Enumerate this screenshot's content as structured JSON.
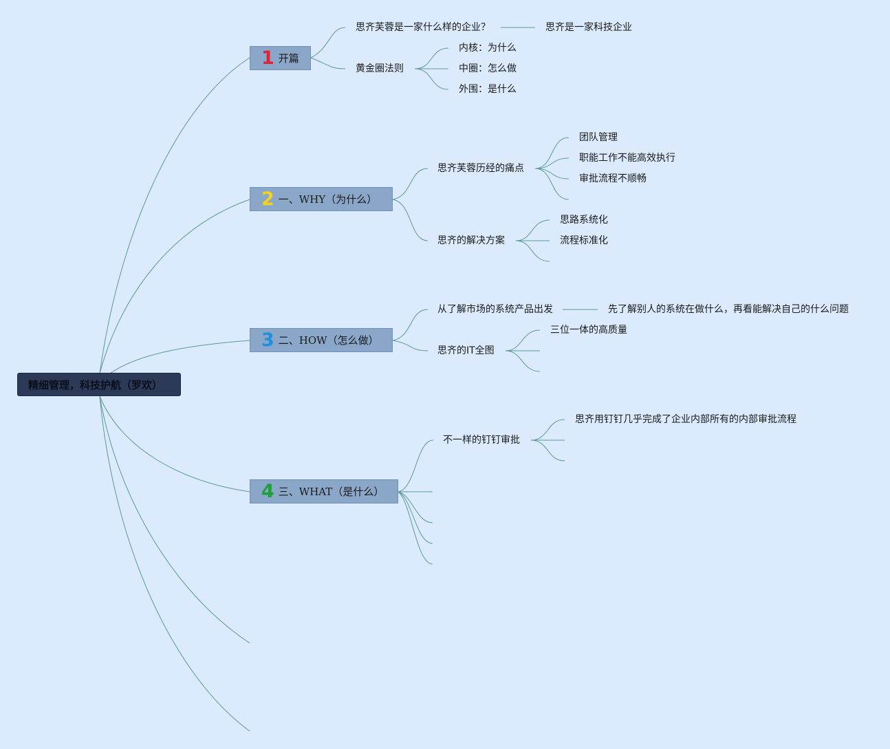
{
  "root": {
    "label": "精细管理，科技护航（罗欢）"
  },
  "branches": [
    {
      "number": "1",
      "number_color": "#e0223a",
      "label": "开篇",
      "children": [
        {
          "label": "思齐芙蓉是一家什么样的企业？",
          "children": [
            {
              "label": "思齐是一家科技企业"
            }
          ]
        },
        {
          "label": "黄金圈法则",
          "children": [
            {
              "label": "内核：为什么"
            },
            {
              "label": "中圈：怎么做"
            },
            {
              "label": "外围：是什么"
            }
          ]
        }
      ]
    },
    {
      "number": "2",
      "number_color": "#f2d21b",
      "label": "一、WHY（为什么）",
      "children": [
        {
          "label": "思齐芙蓉历经的痛点",
          "children": [
            {
              "label": "团队管理"
            },
            {
              "label": "职能工作不能高效执行"
            },
            {
              "label": "审批流程不顺畅"
            }
          ]
        },
        {
          "label": "思齐的解决方案",
          "children": [
            {
              "label": "思路系统化"
            },
            {
              "label": "流程标准化"
            }
          ]
        }
      ]
    },
    {
      "number": "3",
      "number_color": "#1f8fe0",
      "label": "二、HOW（怎么做）",
      "children": [
        {
          "label": "从了解市场的系统产品出发",
          "children": [
            {
              "label": "先了解别人的系统在做什么，再看能解决自己的什么问题"
            }
          ]
        },
        {
          "label": "思齐的IT全图",
          "children": [
            {
              "label": "三位一体的高质量"
            }
          ]
        }
      ]
    },
    {
      "number": "4",
      "number_color": "#1f9e3c",
      "label": "三、WHAT（是什么）",
      "children": [
        {
          "label": "不一样的钉钉审批",
          "children": [
            {
              "label": "思齐用钉钉几乎完成了企业内部所有的内部审批流程"
            }
          ]
        }
      ]
    }
  ]
}
